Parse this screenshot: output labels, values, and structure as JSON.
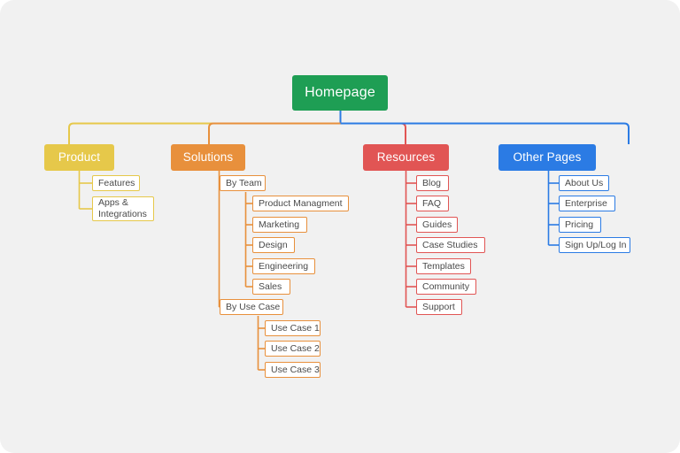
{
  "diagram": {
    "type": "sitemap-tree",
    "title": "Homepage",
    "background_color": "#f1f1f1",
    "palette": {
      "green": "#1E9E54",
      "yellow": "#E6C84A",
      "orange": "#E8903C",
      "red": "#E15554",
      "blue": "#2B7BE4",
      "leaf_text": "#4a4a4a",
      "leaf_fill": "#ffffff"
    },
    "root": {
      "label": "Homepage",
      "color": "#1E9E54"
    },
    "branches": [
      {
        "id": "product",
        "label": "Product",
        "color": "#E6C84A",
        "children": [
          {
            "label": "Features"
          },
          {
            "label": "Apps &\nIntegrations",
            "multiline": true
          }
        ]
      },
      {
        "id": "solutions",
        "label": "Solutions",
        "color": "#E8903C",
        "children": [
          {
            "label": "By Team",
            "children": [
              {
                "label": "Product Managment"
              },
              {
                "label": "Marketing"
              },
              {
                "label": "Design"
              },
              {
                "label": "Engineering"
              },
              {
                "label": "Sales"
              }
            ]
          },
          {
            "label": "By Use Case",
            "children": [
              {
                "label": "Use Case 1"
              },
              {
                "label": "Use Case 2"
              },
              {
                "label": "Use Case 3"
              }
            ]
          }
        ]
      },
      {
        "id": "resources",
        "label": "Resources",
        "color": "#E15554",
        "children": [
          {
            "label": "Blog"
          },
          {
            "label": "FAQ"
          },
          {
            "label": "Guides"
          },
          {
            "label": "Case Studies"
          },
          {
            "label": "Templates"
          },
          {
            "label": "Community"
          },
          {
            "label": "Support"
          }
        ]
      },
      {
        "id": "other-pages",
        "label": "Other Pages",
        "color": "#2B7BE4",
        "children": [
          {
            "label": "About Us"
          },
          {
            "label": "Enterprise"
          },
          {
            "label": "Pricing"
          },
          {
            "label": "Sign Up/Log In"
          }
        ]
      }
    ]
  }
}
